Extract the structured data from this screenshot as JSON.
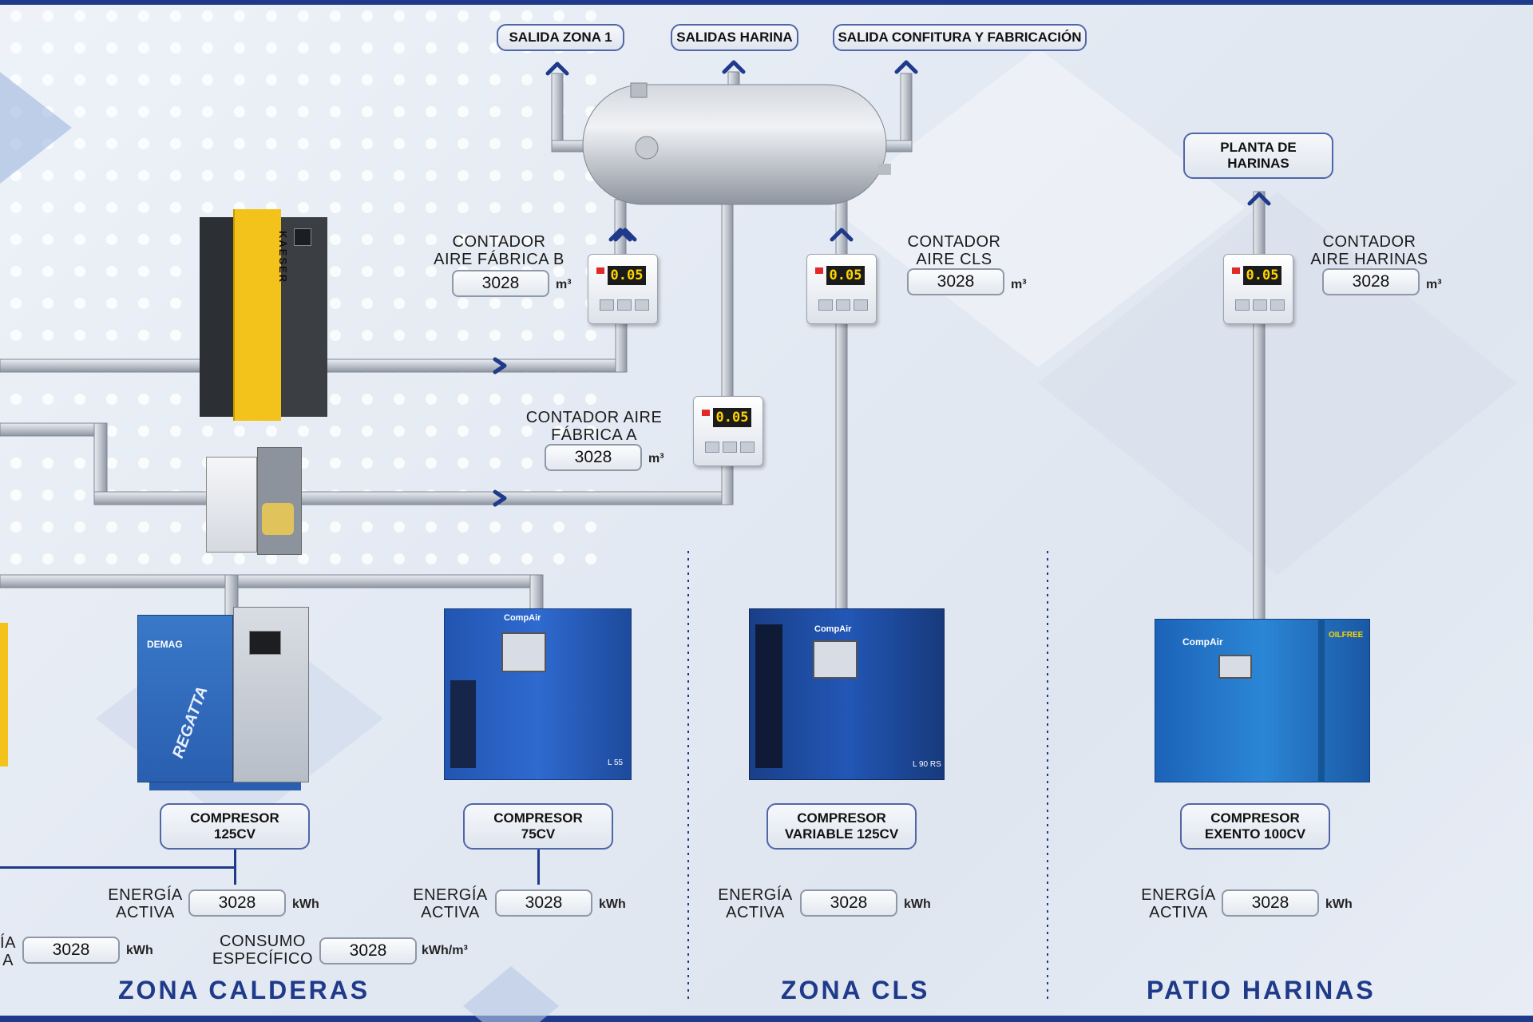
{
  "outlets": {
    "salida_zona1": "SALIDA ZONA 1",
    "salidas_harina": "SALIDAS HARINA",
    "salida_confitura": "SALIDA CONFITURA Y FABRICACIÓN",
    "planta_harinas": "PLANTA DE HARINAS"
  },
  "meters": {
    "display": "0.05",
    "fabrica_b": {
      "label": "CONTADOR AIRE FÁBRICA B",
      "value": "3028",
      "unit": "m³"
    },
    "cls": {
      "label": "CONTADOR AIRE CLS",
      "value": "3028",
      "unit": "m³"
    },
    "harinas": {
      "label": "CONTADOR AIRE HARINAS",
      "value": "3028",
      "unit": "m³"
    },
    "fabrica_a": {
      "label": "CONTADOR AIRE FÁBRICA A",
      "value": "3028",
      "unit": "m³"
    }
  },
  "compressors": {
    "c125": "COMPRESOR 125CV",
    "c75": "COMPRESOR 75CV",
    "cvar": "COMPRESOR VARIABLE 125CV",
    "cexento": "COMPRESOR EXENTO 100CV"
  },
  "energy": {
    "label": "ENERGÍA ACTIVA",
    "unit": "kWh",
    "e125": "3028",
    "e75": "3028",
    "ecls": "3028",
    "eharinas": "3028",
    "eleft_label_partial": "ÍA A",
    "eleft": "3028"
  },
  "consumo": {
    "label": "CONSUMO ESPECÍFICO",
    "value": "3028",
    "unit": "kWh/m³"
  },
  "zones": {
    "calderas": "ZONA CALDERAS",
    "cls": "ZONA CLS",
    "harinas": "PATIO HARINAS"
  },
  "brands": {
    "kaeser": "KAESER",
    "compair": "CompAir",
    "demag": "DEMAG",
    "regatta": "REGATTA",
    "l55": "L 55",
    "l90": "L 90 RS",
    "oilfree": "OILFREE"
  },
  "colors": {
    "accent": "#1f3a8a",
    "pipe": "#c9ced6",
    "kaeser_yellow": "#f3c21b",
    "compair_blue": "#2a5fb8"
  }
}
